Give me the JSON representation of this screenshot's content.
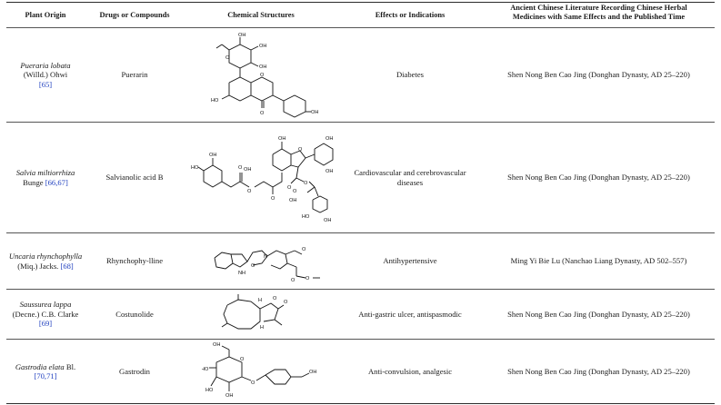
{
  "headers": {
    "plant_origin": "Plant Origin",
    "drugs": "Drugs or Compounds",
    "structures": "Chemical Structures",
    "effects": "Effects or Indications",
    "literature_line1": "Ancient Chinese Literature Recording Chinese Herbal",
    "literature_line2": "Medicines with Same Effects and the Published Time"
  },
  "rows": [
    {
      "plant_italic": "Pueraria lobata",
      "plant_rest": "(Willd.) Ohwi",
      "refs": "[65]",
      "compound": "Puerarin",
      "effect": "Diabetes",
      "literature": "Shen Nong Ben Cao Jing (Donghan Dynasty, AD 25–220)"
    },
    {
      "plant_italic": "Salvia miltiorrhiza",
      "plant_rest": "Bunge",
      "refs": "[66,67]",
      "compound": "Salvianolic acid B",
      "effect": "Cardiovascular and cerebrovascular diseases",
      "literature": "Shen Nong Ben Cao Jing (Donghan Dynasty, AD 25–220)"
    },
    {
      "plant_italic": "Uncaria rhynchophylla",
      "plant_rest": "(Miq.) Jacks.",
      "refs": "[68]",
      "compound": "Rhynchophy-lline",
      "effect": "Antihypertensive",
      "literature": "Ming Yi Bie Lu (Nanchao Liang Dynasty, AD 502–557)"
    },
    {
      "plant_italic": "Saussurea lappa",
      "plant_rest": "(Decne.) C.B. Clarke",
      "refs": "[69]",
      "compound": "Costunolide",
      "effect": "Anti-gastric ulcer, antispasmodic",
      "literature": "Shen Nong Ben Cao Jing (Donghan Dynasty, AD 25–220)"
    },
    {
      "plant_italic": "Gastrodia elata",
      "plant_rest": "Bl.",
      "refs": "[70,71]",
      "compound": "Gastrodin",
      "effect": "Anti-convulsion, analgesic",
      "literature": "Shen Nong Ben Cao Jing (Donghan Dynasty, AD 25–220)"
    }
  ],
  "structure_labels": {
    "oh": "OH",
    "ho": "HO",
    "o": "O",
    "h": "H",
    "n": "N",
    "nh": "NH"
  }
}
